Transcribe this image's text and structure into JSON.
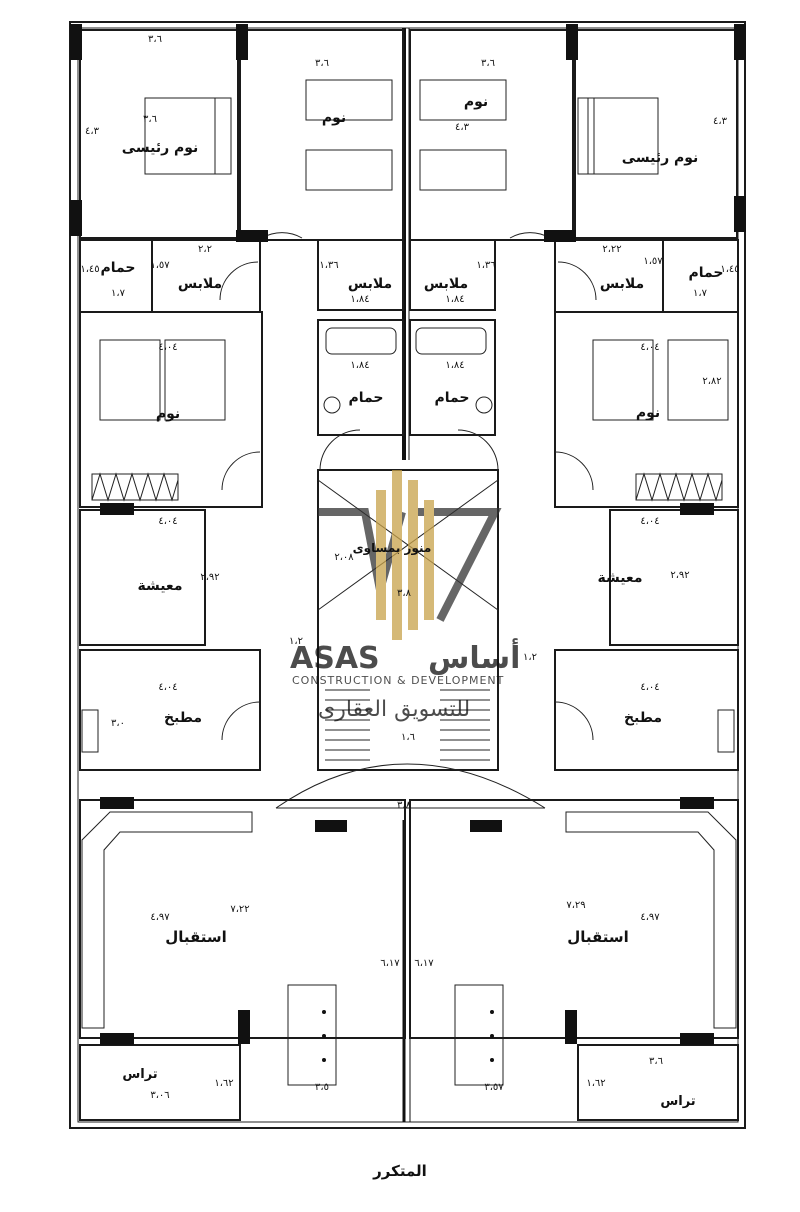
{
  "plan": {
    "caption": "المتكرر",
    "rooms": {
      "master_left": "نوم رئيسى",
      "master_right": "نوم رئيسى",
      "bed_top_left": "نوم",
      "bed_top_right": "نوم",
      "closet_left": "ملابس",
      "closet_mid_left": "ملابس",
      "closet_mid_right": "ملابس",
      "closet_right": "ملابس",
      "bath_left": "حمام",
      "bath_right": "حمام",
      "bath_mid_left": "حمام",
      "bath_mid_right": "حمام",
      "bed_left": "نوم",
      "bed_right": "نوم",
      "living_left": "معيشة",
      "living_right": "معيشة",
      "kitchen_left": "مطبخ",
      "kitchen_right": "مطبخ",
      "reception_left": "استقبال",
      "reception_right": "استقبال",
      "terrace_left": "تراس",
      "terrace_right": "تراس",
      "lightwell": "منور بمساوى"
    },
    "dims": {
      "d_3_6_tl": "٣،٦",
      "d_3_6_tc1": "٣،٦",
      "d_3_6_tc2": "٣،٦",
      "d_3_6_tr": "٣،٦",
      "d_4_3_l": "٤،٣",
      "d_4_3_c": "٤،٣",
      "d_4_3_r": "٤،٣",
      "d_2_2_l": "٢،٢",
      "d_2_22_r": "٢،٢٢",
      "d_1_45_l": "١،٤٥",
      "d_1_45_r": "١،٤٥",
      "d_1_57_l": "١،٥٧",
      "d_1_57_r": "١،٥٧",
      "d_1_7_l": "١،٧",
      "d_1_7_r": "١،٧",
      "d_1_84_a": "١،٨٤",
      "d_1_84_b": "١،٨٤",
      "d_1_84_c": "١،٨٤",
      "d_1_84_d": "١،٨٤",
      "d_1_36_a": "١،٣٦",
      "d_1_36_b": "١،٣٦",
      "d_4_04_a": "٤،٠٤",
      "d_4_04_b": "٤،٠٤",
      "d_4_04_c": "٤،٠٤",
      "d_4_04_d": "٤،٠٤",
      "d_4_04_e": "٤،٠٤",
      "d_4_04_f": "٤،٠٤",
      "d_2_82": "٢،٨٢",
      "d_2_92_l": "٢،٩٢",
      "d_2_92_r": "٢،٩٢",
      "d_3_0_l": "٣،٠",
      "d_3_8_a": "٣،٨",
      "d_3_8_b": "٣،٨",
      "d_2_08": "٢،٠٨",
      "d_1_2": "١،٢",
      "d_1_2_b": "١،٢",
      "d_1_6": "١،٦",
      "d_7_22": "٧،٢٢",
      "d_7_29": "٧،٢٩",
      "d_4_97_l": "٤،٩٧",
      "d_4_97_r": "٤،٩٧",
      "d_6_17_l": "٦،١٧",
      "d_6_17_r": "٦،١٧",
      "d_3_5": "٣،٥",
      "d_3_57": "٣،٥٧",
      "d_3_6_b": "٣،٦",
      "d_1_62_l": "١،٦٢",
      "d_1_62_r": "١،٦٢",
      "d_3_06": "٣،٠٦"
    }
  },
  "watermark": {
    "latin": "ASAS",
    "arabic": "أساس",
    "tagline": "CONSTRUCTION & DEVELOPMENT",
    "arabic_sub": "للتسويق العقارى",
    "color": "#c8a24a"
  }
}
